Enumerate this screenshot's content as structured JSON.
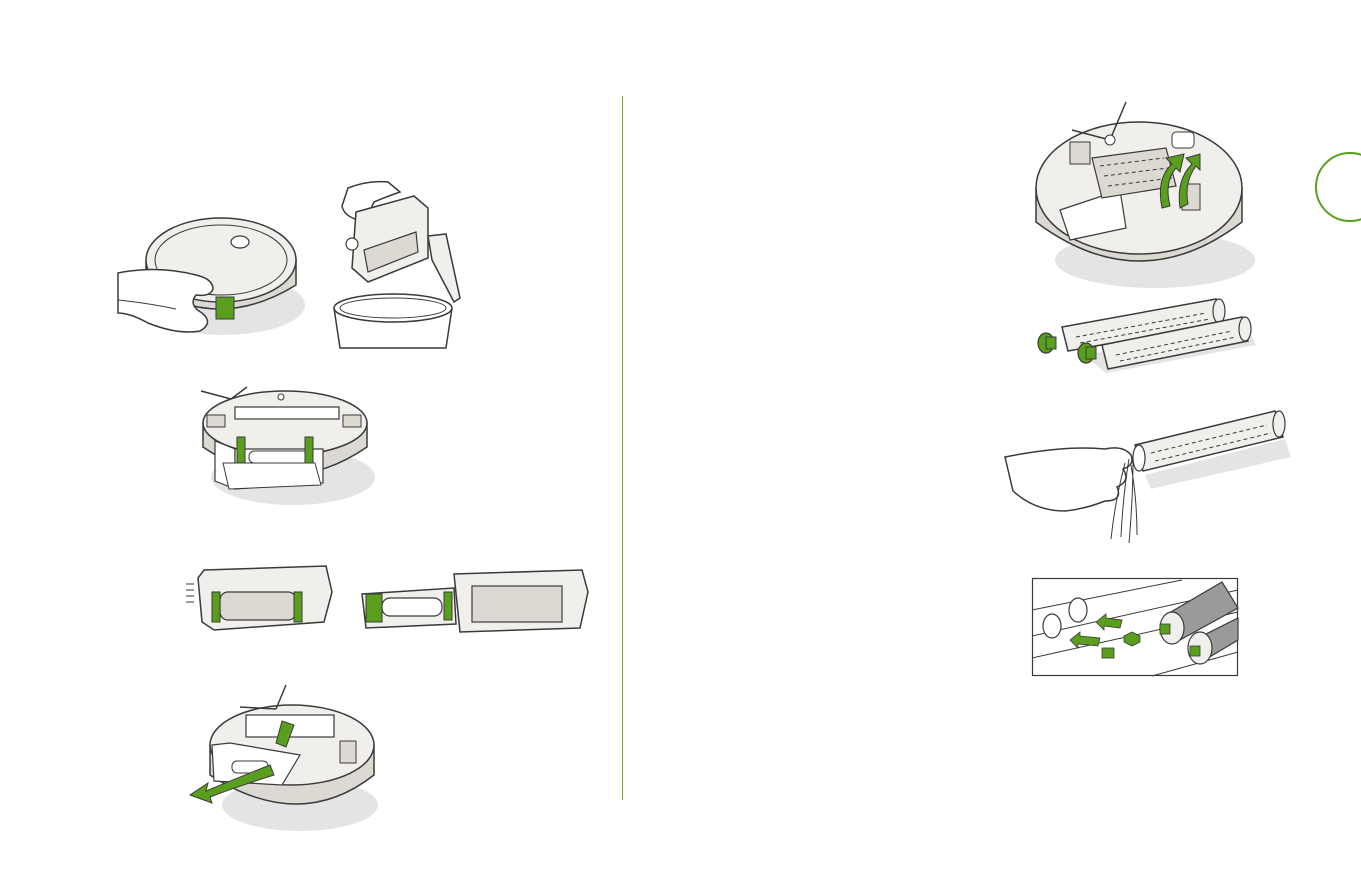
{
  "page": {
    "background": "#ffffff"
  },
  "colors": {
    "accent": "#5a9e1e",
    "divider": "#7aa83a",
    "stroke": "#3a3a3a",
    "body_light": "#f1efeb",
    "body_mid": "#dcd9d3",
    "shadow": "#e4e4e4"
  },
  "illustrations": [
    {
      "name": "emptying-bin",
      "icons": [
        "hand-icon",
        "robot-vacuum-top-icon",
        "bin-release-button-icon"
      ]
    },
    {
      "name": "bin-over-trash",
      "icons": [
        "hand-icon",
        "dust-bin-icon",
        "trash-can-icon"
      ]
    },
    {
      "name": "robot-underside-bin-slot",
      "icons": [
        "robot-vacuum-underside-icon",
        "bin-tabs-icon"
      ]
    },
    {
      "name": "filter-removal",
      "icons": [
        "bin-closed-icon",
        "bin-open-filter-icon"
      ]
    },
    {
      "name": "bin-reinsert",
      "icons": [
        "robot-vacuum-underside-icon",
        "insert-arrow-icon"
      ]
    },
    {
      "name": "remove-brush-frame",
      "icons": [
        "robot-vacuum-underside-icon",
        "lift-arrow-icon"
      ]
    },
    {
      "name": "brush-end-caps",
      "icons": [
        "roller-brush-icon",
        "end-cap-icon"
      ]
    },
    {
      "name": "remove-hair",
      "icons": [
        "hand-icon",
        "roller-brush-icon",
        "hair-icon"
      ]
    },
    {
      "name": "brush-pegs-guide",
      "icons": [
        "roller-brush-icon",
        "arrow-icon",
        "hexagon-peg-icon",
        "square-peg-icon"
      ]
    }
  ]
}
